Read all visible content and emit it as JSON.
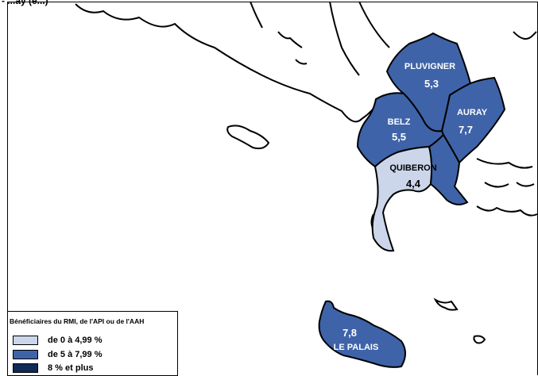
{
  "heading": "- ...ay (e...)",
  "colors": {
    "low": "#cbd6ea",
    "mid": "#3f63a8",
    "high": "#0f2a57",
    "outline": "#000000",
    "background": "#ffffff"
  },
  "cantons": [
    {
      "name": "PLUVIGNER",
      "value": "5,3",
      "class": "mid"
    },
    {
      "name": "AURAY",
      "value": "7,7",
      "class": "mid"
    },
    {
      "name": "BELZ",
      "value": "5,5",
      "class": "mid"
    },
    {
      "name": "QUIBERON",
      "value": "4,4",
      "class": "low"
    },
    {
      "name": "LE PALAIS",
      "value": "7,8",
      "class": "mid"
    }
  ],
  "legend": {
    "title": "Bénéficiaires du RMI, de l'API ou de l'AAH",
    "items": [
      {
        "label": "de 0 à 4,99 %",
        "class": "low"
      },
      {
        "label": "de 5 à 7,99 %",
        "class": "mid"
      },
      {
        "label": "8 % et plus",
        "class": "high"
      }
    ]
  }
}
